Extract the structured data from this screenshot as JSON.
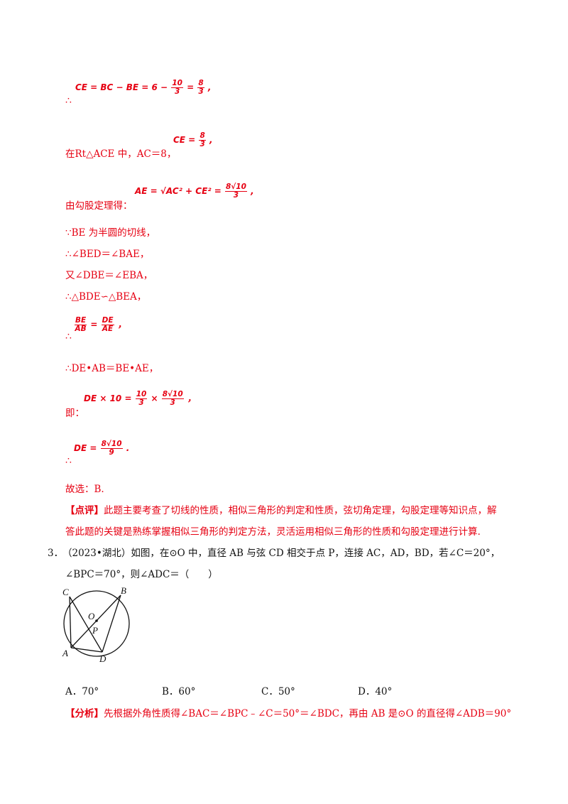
{
  "steps": {
    "s1_therefore": "∴",
    "s1_eq_a": "CE = BC − BE = 6 −",
    "s1_f1_num": "10",
    "s1_f1_den": "3",
    "s1_eq_b": "=",
    "s1_f2_num": "8",
    "s1_f2_den": "3",
    "s1_tail": ",",
    "s2_text": "在Rt△ACE 中，AC＝8，",
    "s2_eq": "CE =",
    "s2_f_num": "8",
    "s2_f_den": "3",
    "s2_tail": ",",
    "s3_text": "由勾股定理得：",
    "s3_eq": "AE = √AC² + CE² =",
    "s3_f_num": "8√10",
    "s3_f_den": "3",
    "s3_tail": ",",
    "s4": "∵BE 为半圆的切线，",
    "s5": "∴∠BED＝∠BAE，",
    "s6": "又∠DBE＝∠EBA，",
    "s7": "∴△BDE∽△BEA，",
    "s8_therefore": "∴",
    "s8_f1_num": "BE",
    "s8_f1_den": "AB",
    "s8_eq": "=",
    "s8_f2_num": "DE",
    "s8_f2_den": "AE",
    "s8_tail": "，",
    "s9": "∴DE•AB＝BE•AE，",
    "s10_text": "即：",
    "s10_eq_a": "DE × 10 =",
    "s10_f1_num": "10",
    "s10_f1_den": "3",
    "s10_eq_b": "×",
    "s10_f2_num": "8√10",
    "s10_f2_den": "3",
    "s10_tail": "，",
    "s11_therefore": "∴",
    "s11_eq": "DE =",
    "s11_f_num": "8√10",
    "s11_f_den": "9",
    "s11_tail": ".",
    "s12": "故选：B."
  },
  "comment": {
    "tag": "【点评】",
    "line1": "此题主要考查了切线的性质，相似三角形的判定和性质，弦切角定理，勾股定理等知识点，解",
    "line2": "答此题的关键是熟练掌握相似三角形的判定方法，灵活运用相似三角形的性质和勾股定理进行计算."
  },
  "question": {
    "number": "3．",
    "line1": "（2023•湖北）如图，在⊙O 中，直径 AB 与弦 CD 相交于点 P，连接 AC，AD，BD，若∠C＝20°，",
    "line2": "∠BPC＝70°，则∠ADC＝（　　）"
  },
  "figure": {
    "labels": {
      "C": "C",
      "B": "B",
      "O": "O",
      "P": "P",
      "A": "A",
      "D": "D"
    }
  },
  "choices": [
    {
      "key": "A．",
      "value": "70°"
    },
    {
      "key": "B．",
      "value": "60°"
    },
    {
      "key": "C．",
      "value": "50°"
    },
    {
      "key": "D．",
      "value": "40°"
    }
  ],
  "analysis": {
    "tag": "【分析】",
    "text": "先根据外角性质得∠BAC＝∠BPC﹣∠C＝50°＝∠BDC，再由 AB 是⊙O 的直径得∠ADB＝90°"
  }
}
